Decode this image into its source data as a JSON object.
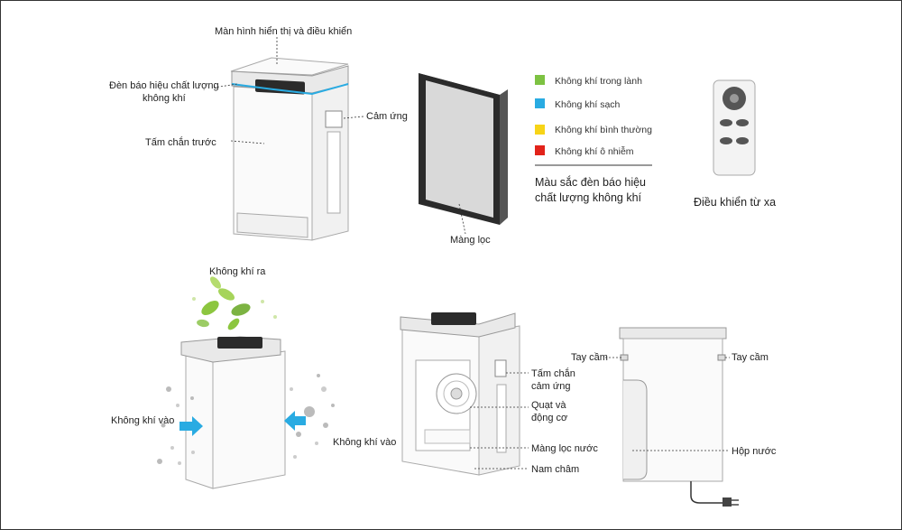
{
  "labels": {
    "display_control": "Màn hình hiển thị và điều khiển",
    "air_quality_indicator_line1": "Đèn báo hiệu chất lượng",
    "air_quality_indicator_line2": "không khí",
    "front_panel": "Tấm chắn trước",
    "touch": "Cảm ứng",
    "filter": "Màng lọc",
    "remote": "Điều khiển từ xa",
    "air_out": "Không khí ra",
    "air_in_left": "Không khí vào",
    "air_in_right": "Không khí vào",
    "touch_panel_line1": "Tấm chắn",
    "touch_panel_line2": "cảm ứng",
    "fan_motor_line1": "Quạt và",
    "fan_motor_line2": "động cơ",
    "water_filter": "Màng lọc nước",
    "magnet": "Nam châm",
    "handle_left": "Tay cầm",
    "handle_right": "Tay cầm",
    "water_box": "Hộp nước"
  },
  "legend": {
    "items": [
      {
        "label": "Không khí trong lành",
        "color": "#7dc242"
      },
      {
        "label": "Không khí sạch",
        "color": "#29abe2"
      },
      {
        "label": "Không khí bình thường",
        "color": "#f7d417"
      },
      {
        "label": "Không khí ô nhiễm",
        "color": "#e2231a"
      }
    ],
    "caption_line1": "Màu sắc đèn báo hiệu",
    "caption_line2": "chất lượng không khí"
  },
  "colors": {
    "arrow": "#29abe2",
    "indicator": "#29abe2",
    "leaf": "#8cc63f"
  }
}
